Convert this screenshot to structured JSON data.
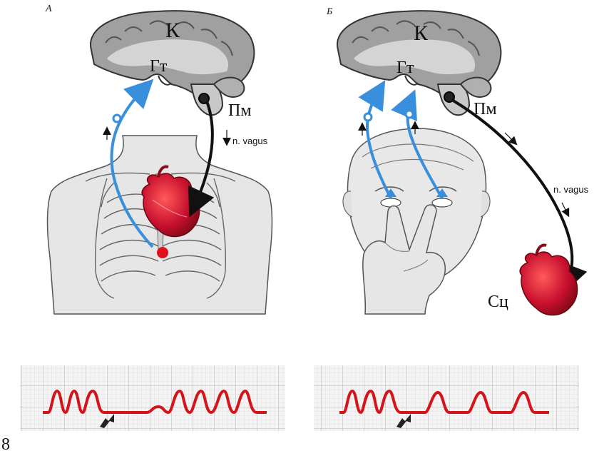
{
  "panel_a": {
    "letter": "А",
    "cortex": "К",
    "hypothalamus": "Гт",
    "medulla": "Пм",
    "nerve": "n. vagus"
  },
  "panel_b": {
    "letter": "Б",
    "cortex": "К",
    "hypothalamus": "Гт",
    "medulla": "Пм",
    "nerve": "n. vagus",
    "heart": "Сц"
  },
  "figure_number": "8",
  "colors": {
    "afferent": "#3a8fdc",
    "efferent": "#111111",
    "heart": "#c8102e",
    "ecg_trace": "#d4141a",
    "ecg_grid": "#cfcfcf",
    "brain_fill": "#9a9a9a",
    "body_fill": "#e3e3e3"
  }
}
